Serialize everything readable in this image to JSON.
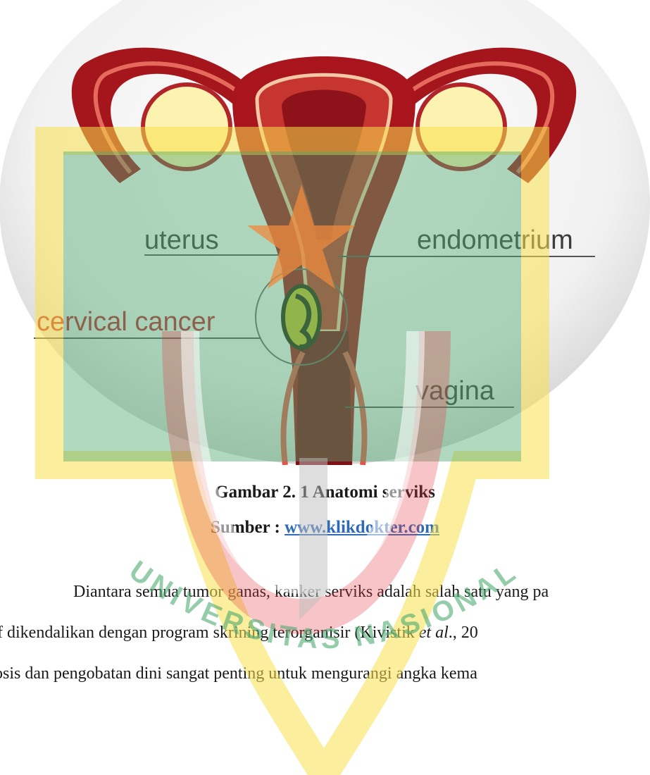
{
  "figure": {
    "labels": {
      "uterus": "uterus",
      "endometrium": "endometrium",
      "cervical_cancer": "cervical cancer",
      "vagina": "vagina"
    },
    "colors": {
      "uterus_dark": "#8e1219",
      "uterus_mid": "#c22a2e",
      "ovary": "#fdf3b0",
      "tumor": "#c9be2d",
      "cervical_label": "#c0242c"
    }
  },
  "caption": {
    "title": "Gambar 2. 1 Anatomi serviks",
    "source_label": "Sumber : ",
    "source_link": "www.klikdokter.com"
  },
  "body": {
    "lines": [
      {
        "a": "Diantara semua tumor ganas, kanker serviks adalah salah satu yang pa",
        "em": "",
        "b": ""
      },
      {
        "a": "f dikendalikan dengan program skrining terorganisir (Kivistik ",
        "em": "et al",
        "b": "., 20"
      },
      {
        "a": "osis dan pengobatan dini sangat penting untuk mengurangi angka kema",
        "em": "",
        "b": ""
      }
    ]
  },
  "watermark": {
    "text": "UNIVERSITAS NASIONAL",
    "colors": {
      "green": "#4faa72",
      "yellow": "#f7e04a",
      "red": "#e43b44"
    }
  }
}
